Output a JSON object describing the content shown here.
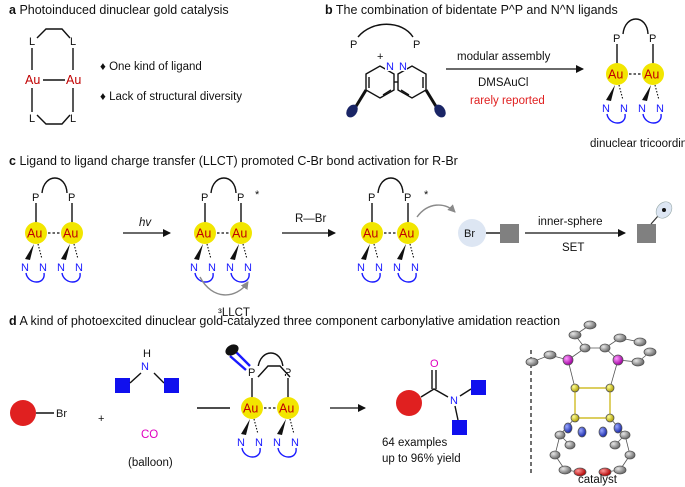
{
  "sections": {
    "a": {
      "letter": "a",
      "title": "Photoinduced dinuclear gold catalysis"
    },
    "b": {
      "letter": "b",
      "title": "The combination of bidentate P^P and N^N ligands"
    },
    "c": {
      "letter": "c",
      "title": "Ligand to ligand charge transfer (LLCT) promoted C-Br bond activation for R-Br"
    },
    "d": {
      "letter": "d",
      "title": "A kind of photoexcited dinuclear gold-catalyzed three component carbonylative amidation reaction"
    }
  },
  "atoms": {
    "au": "Au",
    "p": "P",
    "n": "N",
    "h": "H",
    "o": "O",
    "l": "L",
    "br": "Br",
    "r_br": "R—Br",
    "plus": "+",
    "star": "*"
  },
  "panel_a": {
    "bullet": "♦",
    "points": [
      "One kind of ligand",
      "Lack of structural diversity"
    ]
  },
  "panel_b": {
    "arrow_top": "modular assembly",
    "arrow_reagent": "DMSAuCl",
    "arrow_note": "rarely reported",
    "product_label": "dinuclear tricoordinate"
  },
  "panel_c": {
    "hv": "hv",
    "llct": "³LLCT",
    "inner_sphere": "inner-sphere",
    "set": "SET"
  },
  "panel_d": {
    "co": "CO",
    "balloon": "(balloon)",
    "examples": "64 examples",
    "yield": "up to 96% yield",
    "catalyst": "catalyst"
  },
  "colors": {
    "gold": "#f2e600",
    "au_text": "#c00000",
    "nitrogen": "#1a1aff",
    "red": "#e02020",
    "magenta": "#e000c0",
    "amine_square": "#1010ee",
    "grey_square": "#808080"
  }
}
